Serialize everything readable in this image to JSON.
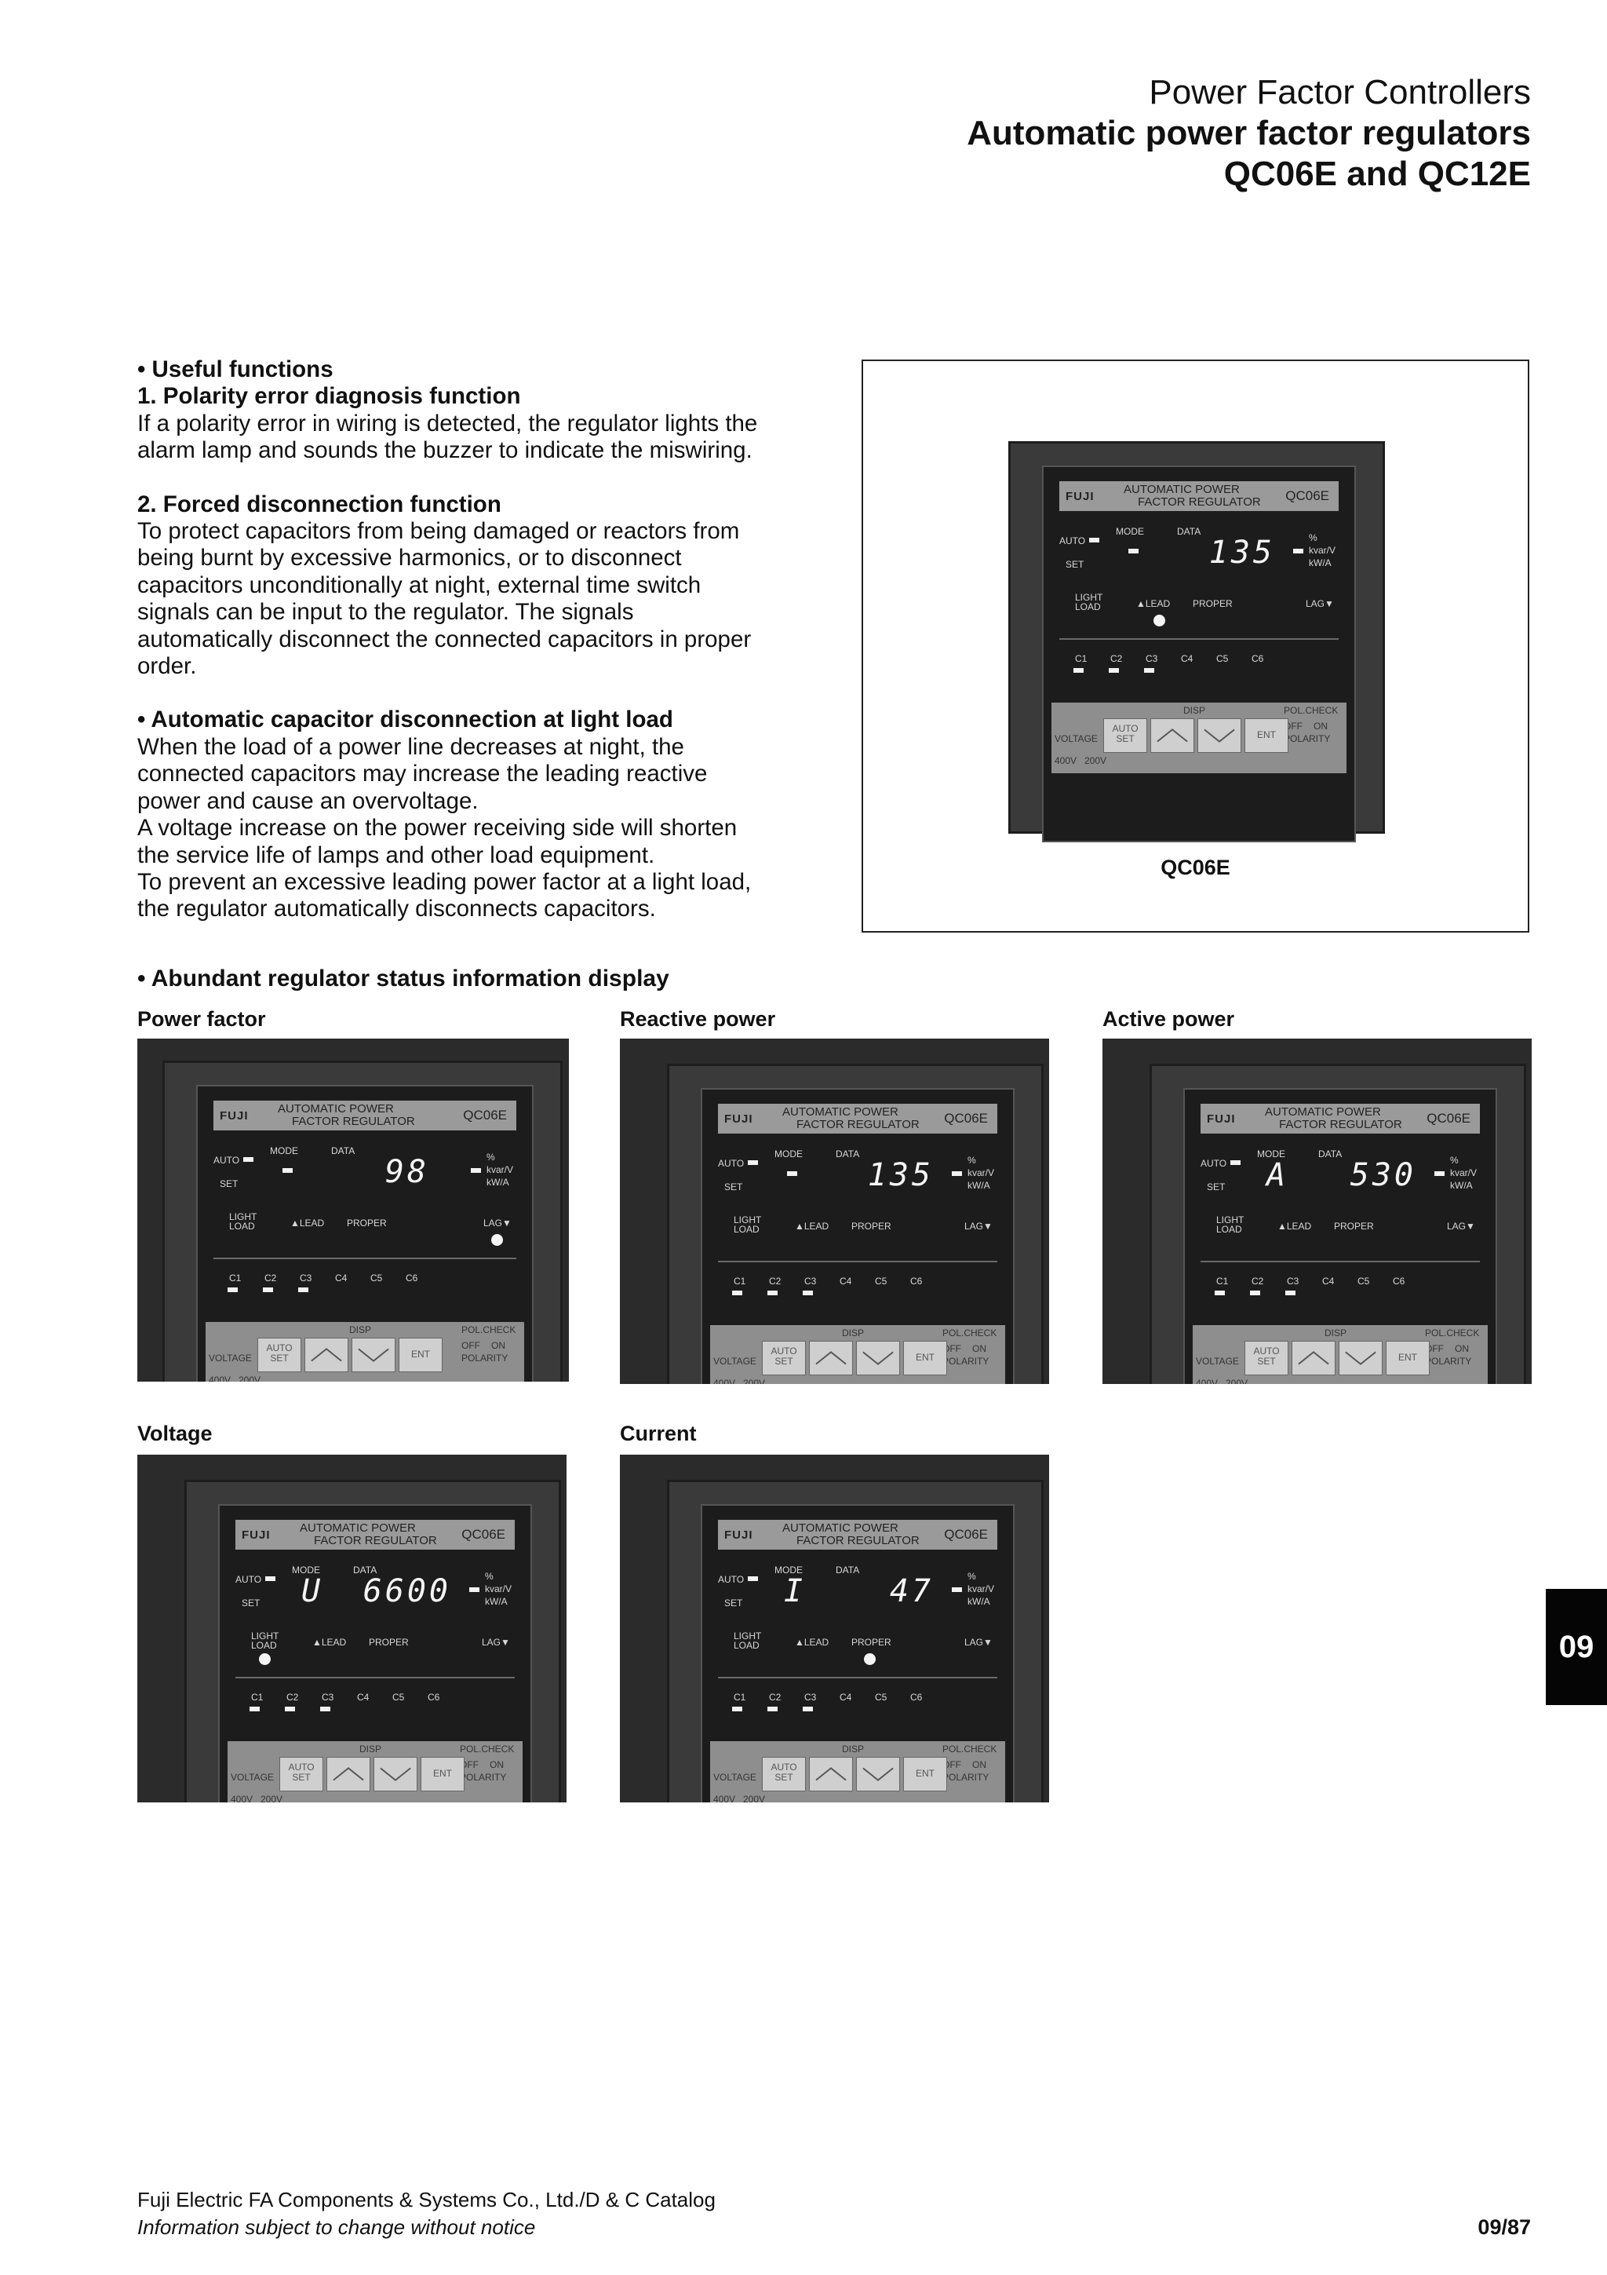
{
  "header": {
    "line1": "Power Factor Controllers",
    "line2": "Automatic power factor regulators",
    "line3": "QC06E and QC12E"
  },
  "text": {
    "useful_functions": "• Useful functions",
    "f1_title": "1.  Polarity error diagnosis function",
    "f1_body": [
      "If a polarity error in wiring is detected, the regulator lights the",
      "alarm lamp and sounds the buzzer to indicate the miswiring."
    ],
    "f2_title": "2.  Forced disconnection function",
    "f2_body": [
      "To protect capacitors from being damaged or reactors from",
      "being burnt by excessive harmonics, or to disconnect",
      "capacitors unconditionally at night, external time switch",
      "signals can be input to the regulator. The signals",
      "automatically disconnect the connected capacitors in proper",
      "order."
    ],
    "auto_title": "• Automatic capacitor disconnection at light load",
    "auto_body": [
      "When the load of a power line decreases at night, the",
      "connected capacitors may increase the leading reactive",
      "power and cause an overvoltage.",
      "A voltage increase on the power receiving side will shorten",
      "the service life of lamps and other load equipment.",
      "To prevent an excessive leading power factor at a light load,",
      "the regulator automatically disconnects capacitors."
    ],
    "status_title": "• Abundant regulator status information display"
  },
  "main_photo": {
    "caption": "QC06E"
  },
  "device": {
    "brand": "FUJI",
    "label1": "AUTOMATIC  POWER",
    "label2": "FACTOR  REGULATOR",
    "model": "QC06E",
    "auto": "AUTO",
    "set": "SET",
    "mode": "MODE",
    "data": "DATA",
    "pct": "%",
    "kvar": "kvar/V",
    "kwa": "kW/A",
    "light": "LIGHT",
    "load": "LOAD",
    "lead": "▲LEAD",
    "proper": "PROPER",
    "lag": "LAG▼",
    "caps": [
      "C1",
      "C2",
      "C3",
      "C4",
      "C5",
      "C6"
    ],
    "disp": "DISP",
    "polcheck": "POL.CHECK",
    "off": "OFF",
    "on": "ON",
    "polarity": "POLARITY",
    "voltage": "VOLTAGE",
    "key_auto": "AUTO",
    "key_set": "SET",
    "key_ent": "ENT",
    "v400": "400V",
    "v200": "200V"
  },
  "photos": [
    {
      "caption": "Power factor",
      "mode": "",
      "value": "98"
    },
    {
      "caption": "Reactive power",
      "mode": "",
      "value": "135"
    },
    {
      "caption": "Active power",
      "mode": "A",
      "value": "530"
    },
    {
      "caption": "Voltage",
      "mode": "U",
      "value": "6600"
    },
    {
      "caption": "Current",
      "mode": "I",
      "value": "47"
    }
  ],
  "main_display": {
    "mode": "",
    "value": "135"
  },
  "tab": "09",
  "footer": {
    "line1": "Fuji Electric FA Components & Systems Co., Ltd./D & C Catalog",
    "line2": "Information subject to change without notice",
    "page": "09/87"
  }
}
